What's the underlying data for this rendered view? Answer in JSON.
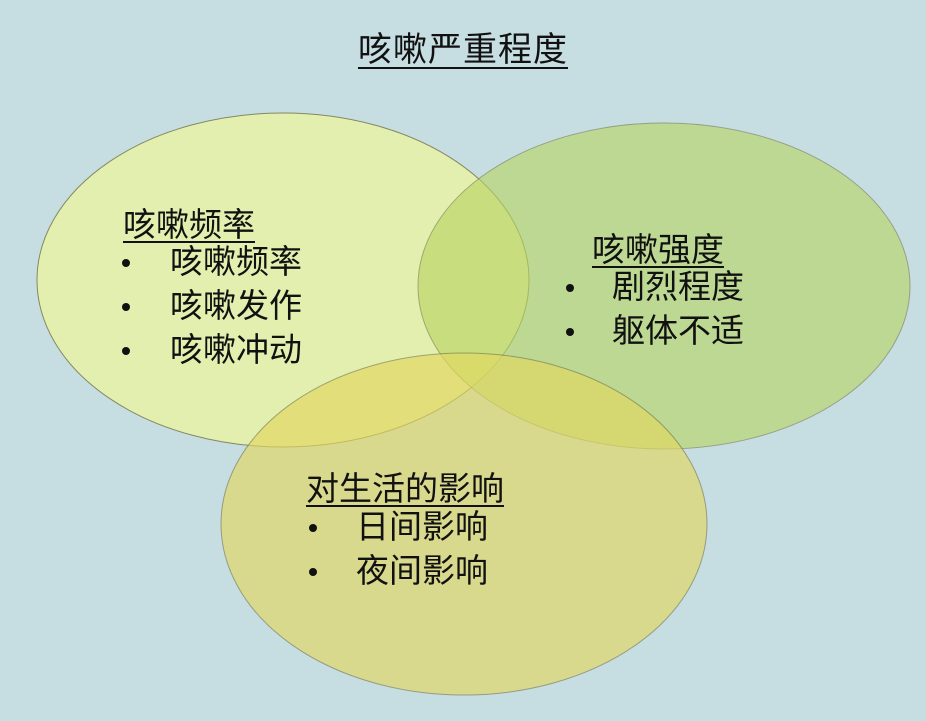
{
  "title": "咳嗽严重程度",
  "circles": [
    {
      "label": "咳嗽频率",
      "items": [
        "咳嗽频率",
        "咳嗽发作",
        "咳嗽冲动"
      ],
      "color": "#e9f3a6"
    },
    {
      "label": "咳嗽强度",
      "items": [
        "剧烈程度",
        "躯体不适"
      ],
      "color": "#b9d562"
    },
    {
      "label": "对生活的影响",
      "items": [
        "日间影响",
        "夜间影响"
      ],
      "color": "#e2d860"
    }
  ]
}
